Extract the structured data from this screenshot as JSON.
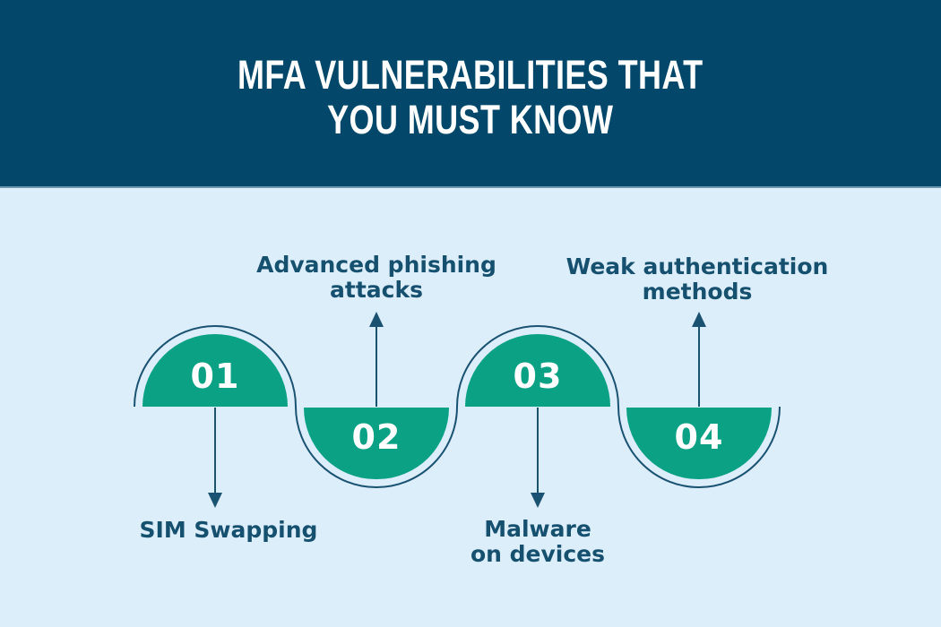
{
  "header": {
    "title_line1": "MFA VULNERABILITIES THAT",
    "title_line2": "YOU MUST KNOW"
  },
  "steps": [
    {
      "number": "01",
      "shape": "dome",
      "label": "SIM Swapping",
      "label_lines": [
        "SIM Swapping"
      ],
      "label_position": "below",
      "arrow_direction": "down"
    },
    {
      "number": "02",
      "shape": "bowl",
      "label": "Advanced phishing attacks",
      "label_lines": [
        "Advanced phishing",
        "attacks"
      ],
      "label_position": "above",
      "arrow_direction": "up"
    },
    {
      "number": "03",
      "shape": "dome",
      "label": "Malware on devices",
      "label_lines": [
        "Malware",
        "on devices"
      ],
      "label_position": "below",
      "arrow_direction": "down"
    },
    {
      "number": "04",
      "shape": "bowl",
      "label": "Weak authentication methods",
      "label_lines": [
        "Weak authentication",
        "methods"
      ],
      "label_position": "above",
      "arrow_direction": "up"
    }
  ],
  "colors": {
    "header_background": "#03486a",
    "page_background": "#ddeefb",
    "accent_green": "#0aa185",
    "outline_blue": "#1a5272",
    "label_text": "#16506f",
    "title_text": "#ffffff",
    "header_divider": "#6c98b2"
  }
}
